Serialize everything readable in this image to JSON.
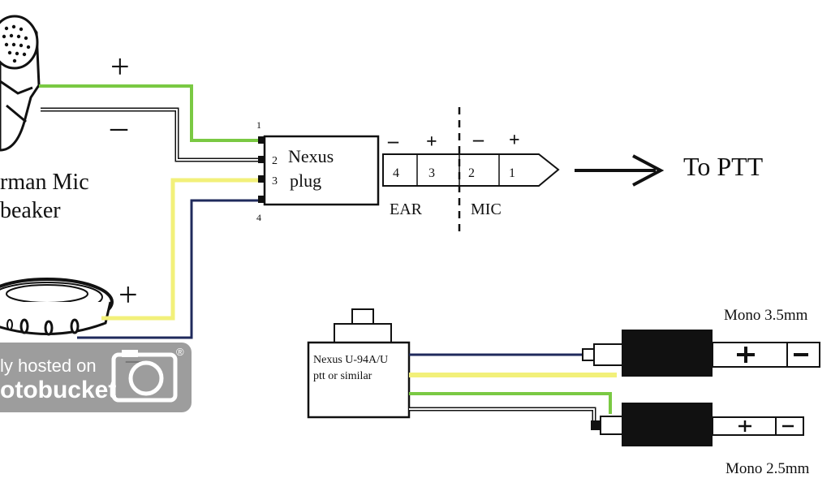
{
  "colors": {
    "green": "#7ac943",
    "yellow": "#f2f07a",
    "navy": "#1f2a5c",
    "black": "#111111",
    "watermark_bg": "#8c8c8c"
  },
  "headset": {
    "mic_label_line1": "rman Mic",
    "mic_label_line2": "beaker",
    "mic_plus": "+",
    "mic_minus": "–",
    "speaker_plus": "+",
    "speaker_minus": "–"
  },
  "plug": {
    "name_line1": "Nexus",
    "name_line2": "plug",
    "pins": [
      "1",
      "2",
      "3",
      "4"
    ]
  },
  "jack": {
    "segments": [
      "4",
      "3",
      "2",
      "1"
    ],
    "signs": [
      "–",
      "+",
      "–",
      "+"
    ],
    "ear_label": "EAR",
    "mic_label": "MIC"
  },
  "arrow_label": "To PTT",
  "ptt": {
    "label_line1": "Nexus U-94A/U",
    "label_line2": "ptt or similar"
  },
  "mono35": {
    "label": "Mono 3.5mm",
    "plus": "+",
    "minus": "–"
  },
  "mono25": {
    "label": "Mono 2.5mm",
    "plus": "+",
    "minus": "–"
  },
  "watermark": {
    "line1": "ly hosted on",
    "line2": "otobucket",
    "reg_mark": "®"
  }
}
